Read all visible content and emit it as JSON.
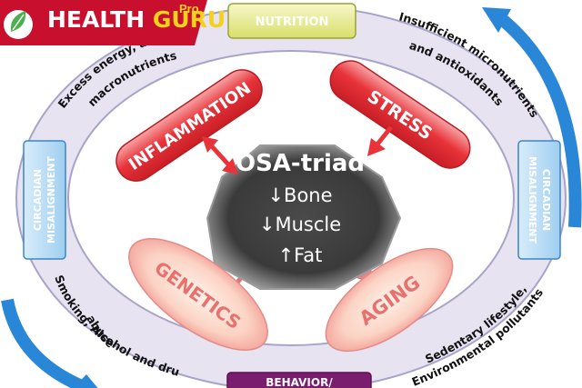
{
  "logo": {
    "health": "HEALTH",
    "guru": "GURU",
    "pro": "Pro"
  },
  "center": {
    "title": "OSA-triad",
    "line1": "↓Bone",
    "line2": "↓Muscle",
    "line3": "↑Fat"
  },
  "factors": {
    "inflammation": "INFLAMMATION",
    "stress": "STRESS",
    "genetics": "GENETICS",
    "aging": "AGING"
  },
  "outer_boxes": {
    "nutrition": "NUTRITION",
    "behavior": "BEHAVIOR/",
    "circadian_left_1": "CIRCADIAN",
    "circadian_left_2": "MISALIGNMENT",
    "circadian_right_1": "CIRCADIAN",
    "circadian_right_2": "MISALIGNMENT"
  },
  "ring_text": {
    "top_left_1": "Excess energy, and",
    "top_left_2": "macronutrients",
    "top_right_1": "Insufficient micronutrients",
    "top_right_2": "and antioxidants",
    "bottom_left_1": "Smoking, Alcohol and drug",
    "bottom_left_2": "abuse",
    "bottom_right_1": "Sedentary lifestyle,",
    "bottom_right_2": "Environmental pollutants"
  },
  "colors": {
    "red": "#e8333a",
    "pink": "#f08e88",
    "ring": "#e7e3f1",
    "ring_border": "#a8a4c9",
    "blue_arrow": "#2a86d6",
    "nutrition_fill": "#e8ec9b",
    "behavior_fill": "#7a1d6e"
  }
}
